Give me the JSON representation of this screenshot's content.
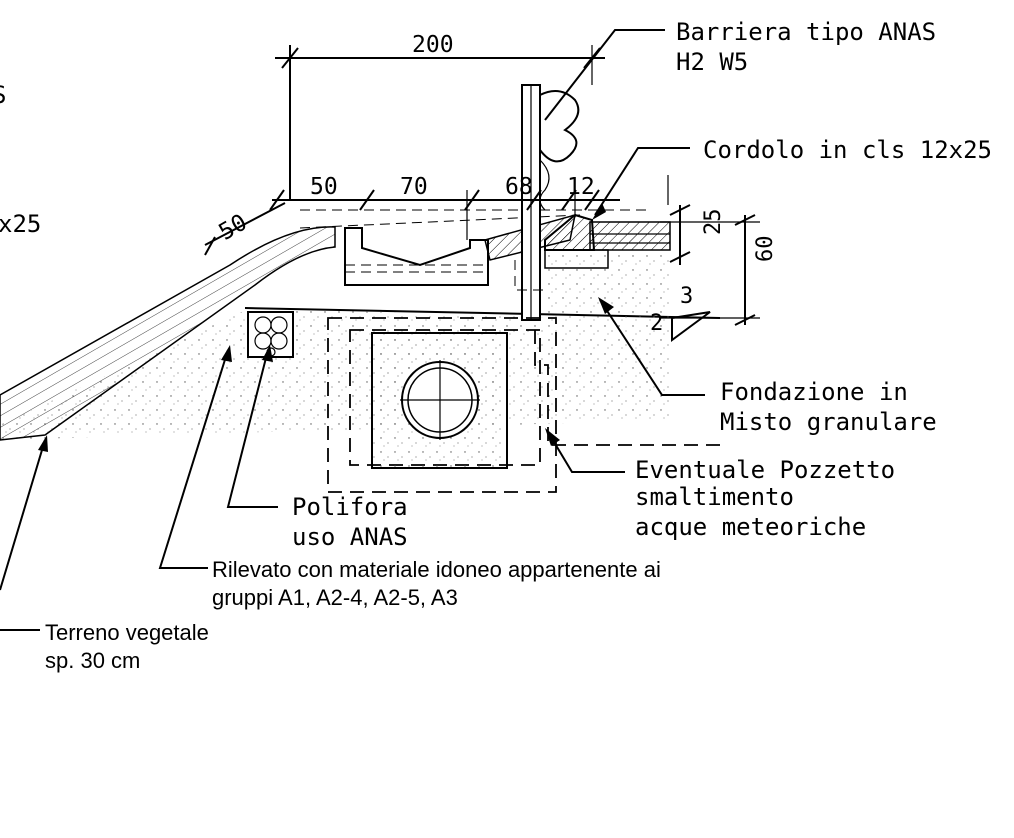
{
  "labels": {
    "barrier_line1": "Barriera tipo ANAS",
    "barrier_line2": "H2 W5",
    "curb": "Cordolo in cls 12x25",
    "foundation_line1": "Fondazione in",
    "foundation_line2": "Misto granulare",
    "manhole_line1": "Eventuale Pozzetto",
    "manhole_line2": "smaltimento",
    "manhole_line3": "acque meteoriche",
    "conduit_line1": "Polifora",
    "conduit_line2": "uso ANAS",
    "fill_line1": "Rilevato con materiale idoneo appartenente ai",
    "fill_line2": "gruppi A1, A2-4, A2-5, A3",
    "topsoil_line1": "Terreno vegetale",
    "topsoil_line2": "sp. 30 cm",
    "cut_left_top": "S",
    "cut_left_mid": "x25"
  },
  "dimensions": {
    "total_width": "200",
    "berm": "50",
    "slope": "50",
    "ditch": "70",
    "barrier_offset": "68",
    "curb_width": "12",
    "curb_height": "25",
    "pavement_depth": "60",
    "small_3": "3",
    "slope_2": "2"
  }
}
